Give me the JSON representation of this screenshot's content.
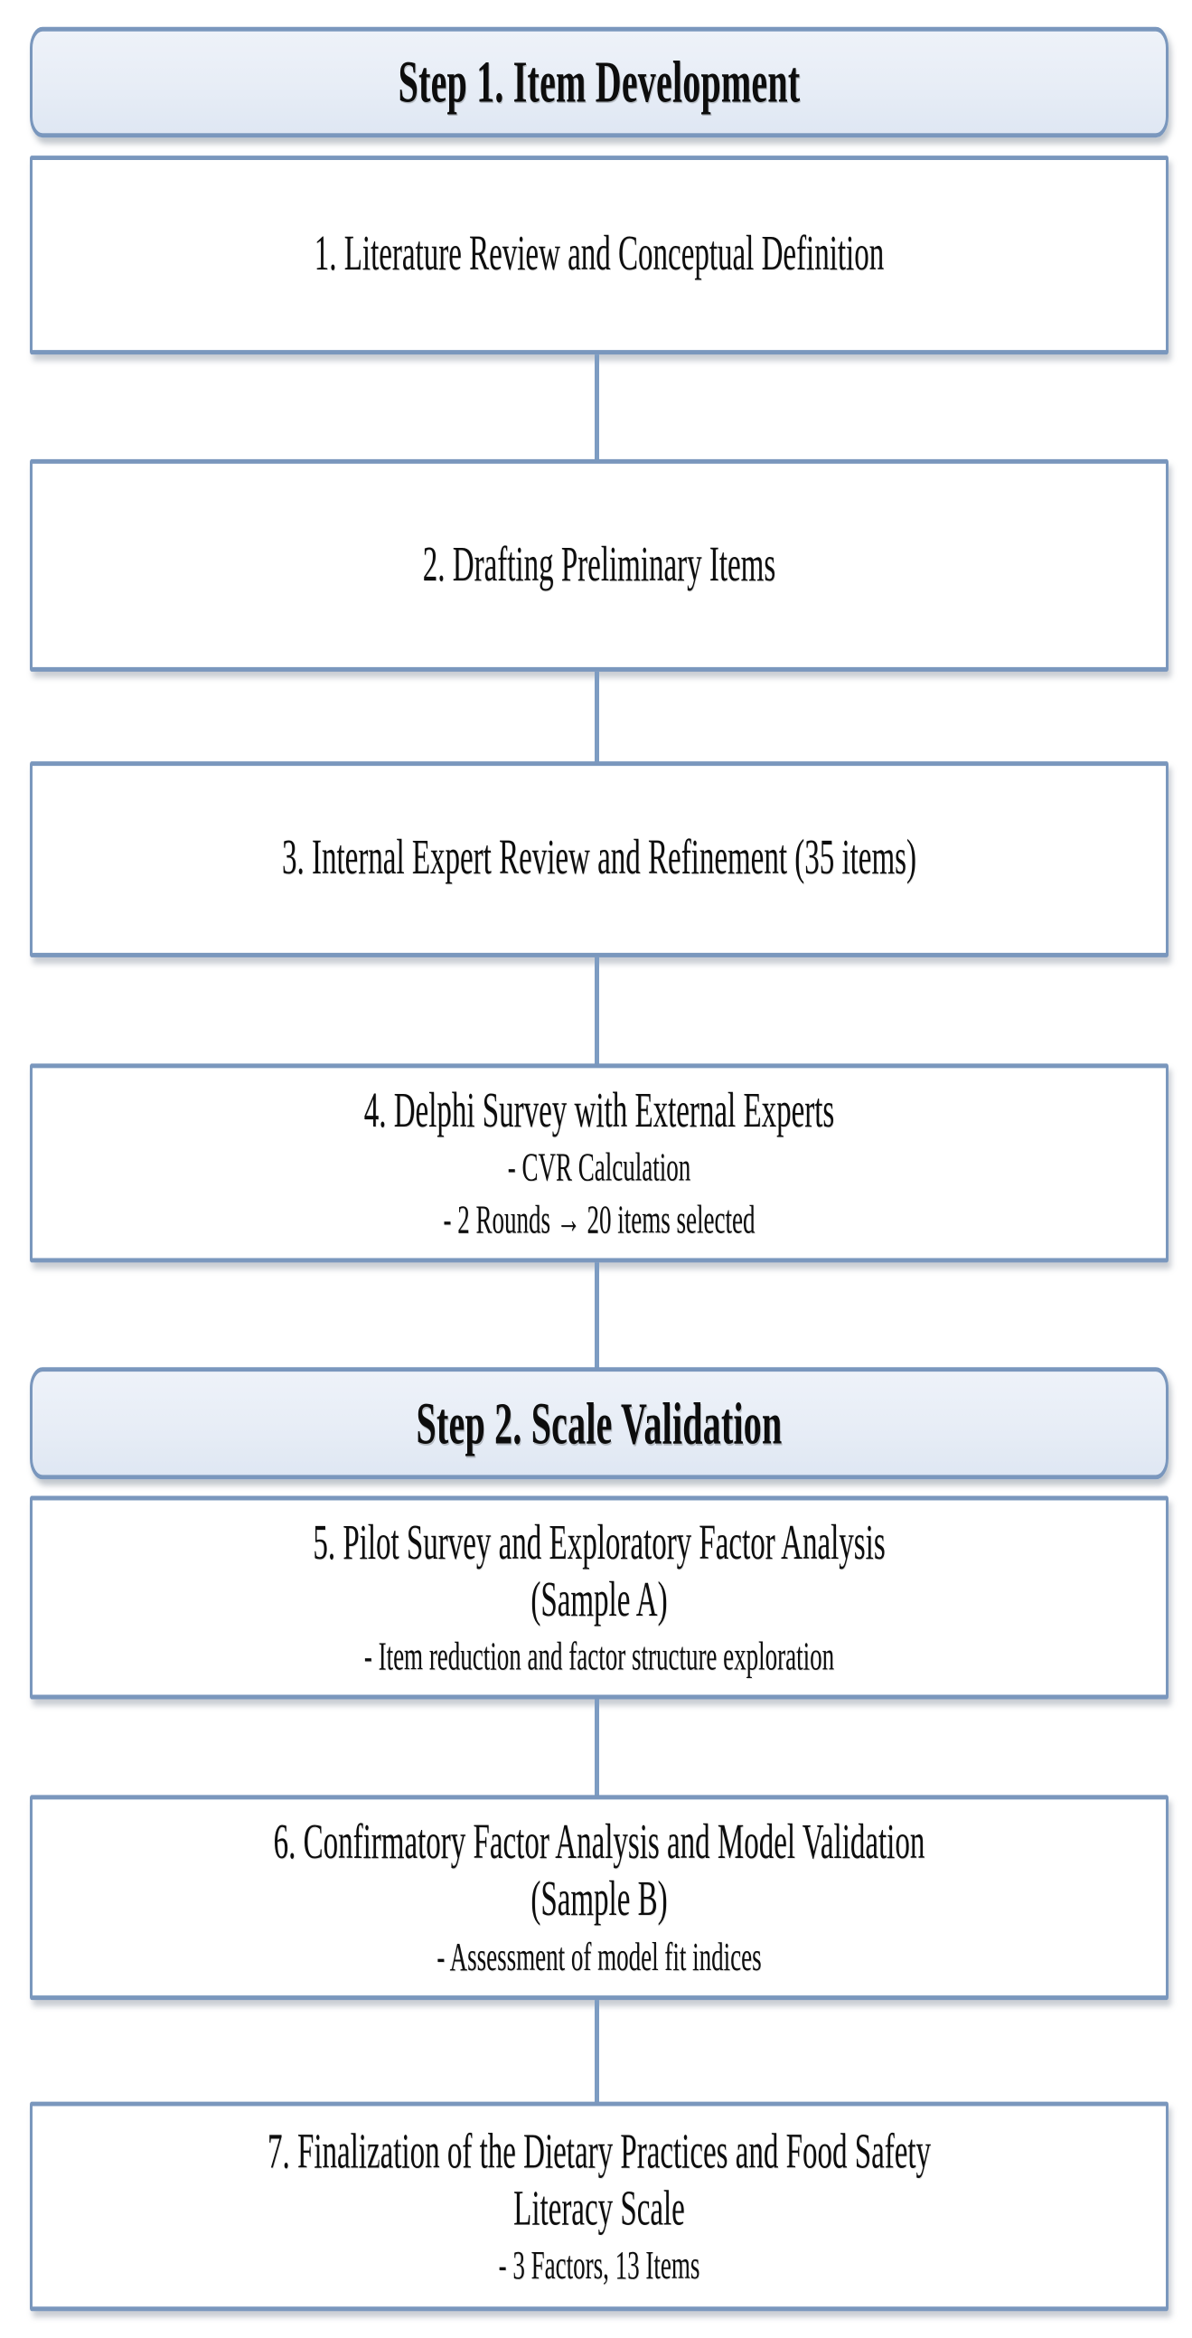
{
  "diagram": {
    "title": "Scale development flowchart",
    "accent_border": "#7a97bd",
    "banner_fill": "#e9eef7",
    "connector_color": "#7d9cc2",
    "box_fill": "#ffffff",
    "text_color": "#0d0d0d"
  },
  "nodes": [
    {
      "id": "step-1-banner",
      "kind": "banner",
      "title": "Step 1. Item Development"
    },
    {
      "id": "node-1",
      "kind": "step",
      "number": "1.",
      "line1": "1. Literature Review and Conceptual Definition"
    },
    {
      "id": "node-2",
      "kind": "step",
      "number": "2.",
      "line1": "2. Drafting Preliminary Items"
    },
    {
      "id": "node-3",
      "kind": "step",
      "number": "3.",
      "line1": "3. Internal Expert Review and Refinement (35 items)"
    },
    {
      "id": "node-4",
      "kind": "step",
      "number": "4.",
      "line1": "4. Delphi Survey with External Experts",
      "sub1": "- CVR Calculation",
      "sub2": "- 2 Rounds → 20 items selected"
    },
    {
      "id": "step-2-banner",
      "kind": "banner",
      "title": "Step 2. Scale Validation"
    },
    {
      "id": "node-5",
      "kind": "step",
      "number": "5.",
      "line1": "5. Pilot Survey and Exploratory Factor Analysis",
      "line2": "(Sample A)",
      "sub1": "- Item reduction and factor structure exploration"
    },
    {
      "id": "node-6",
      "kind": "step",
      "number": "6.",
      "line1": "6. Confirmatory Factor Analysis and Model Validation",
      "line2": "(Sample B)",
      "sub1": "- Assessment of model fit indices"
    },
    {
      "id": "node-7",
      "kind": "step",
      "number": "7.",
      "line1": "7. Finalization of the Dietary Practices and Food Safety",
      "line2": "Literacy Scale",
      "sub1": "- 3 Factors, 13 Items"
    }
  ]
}
